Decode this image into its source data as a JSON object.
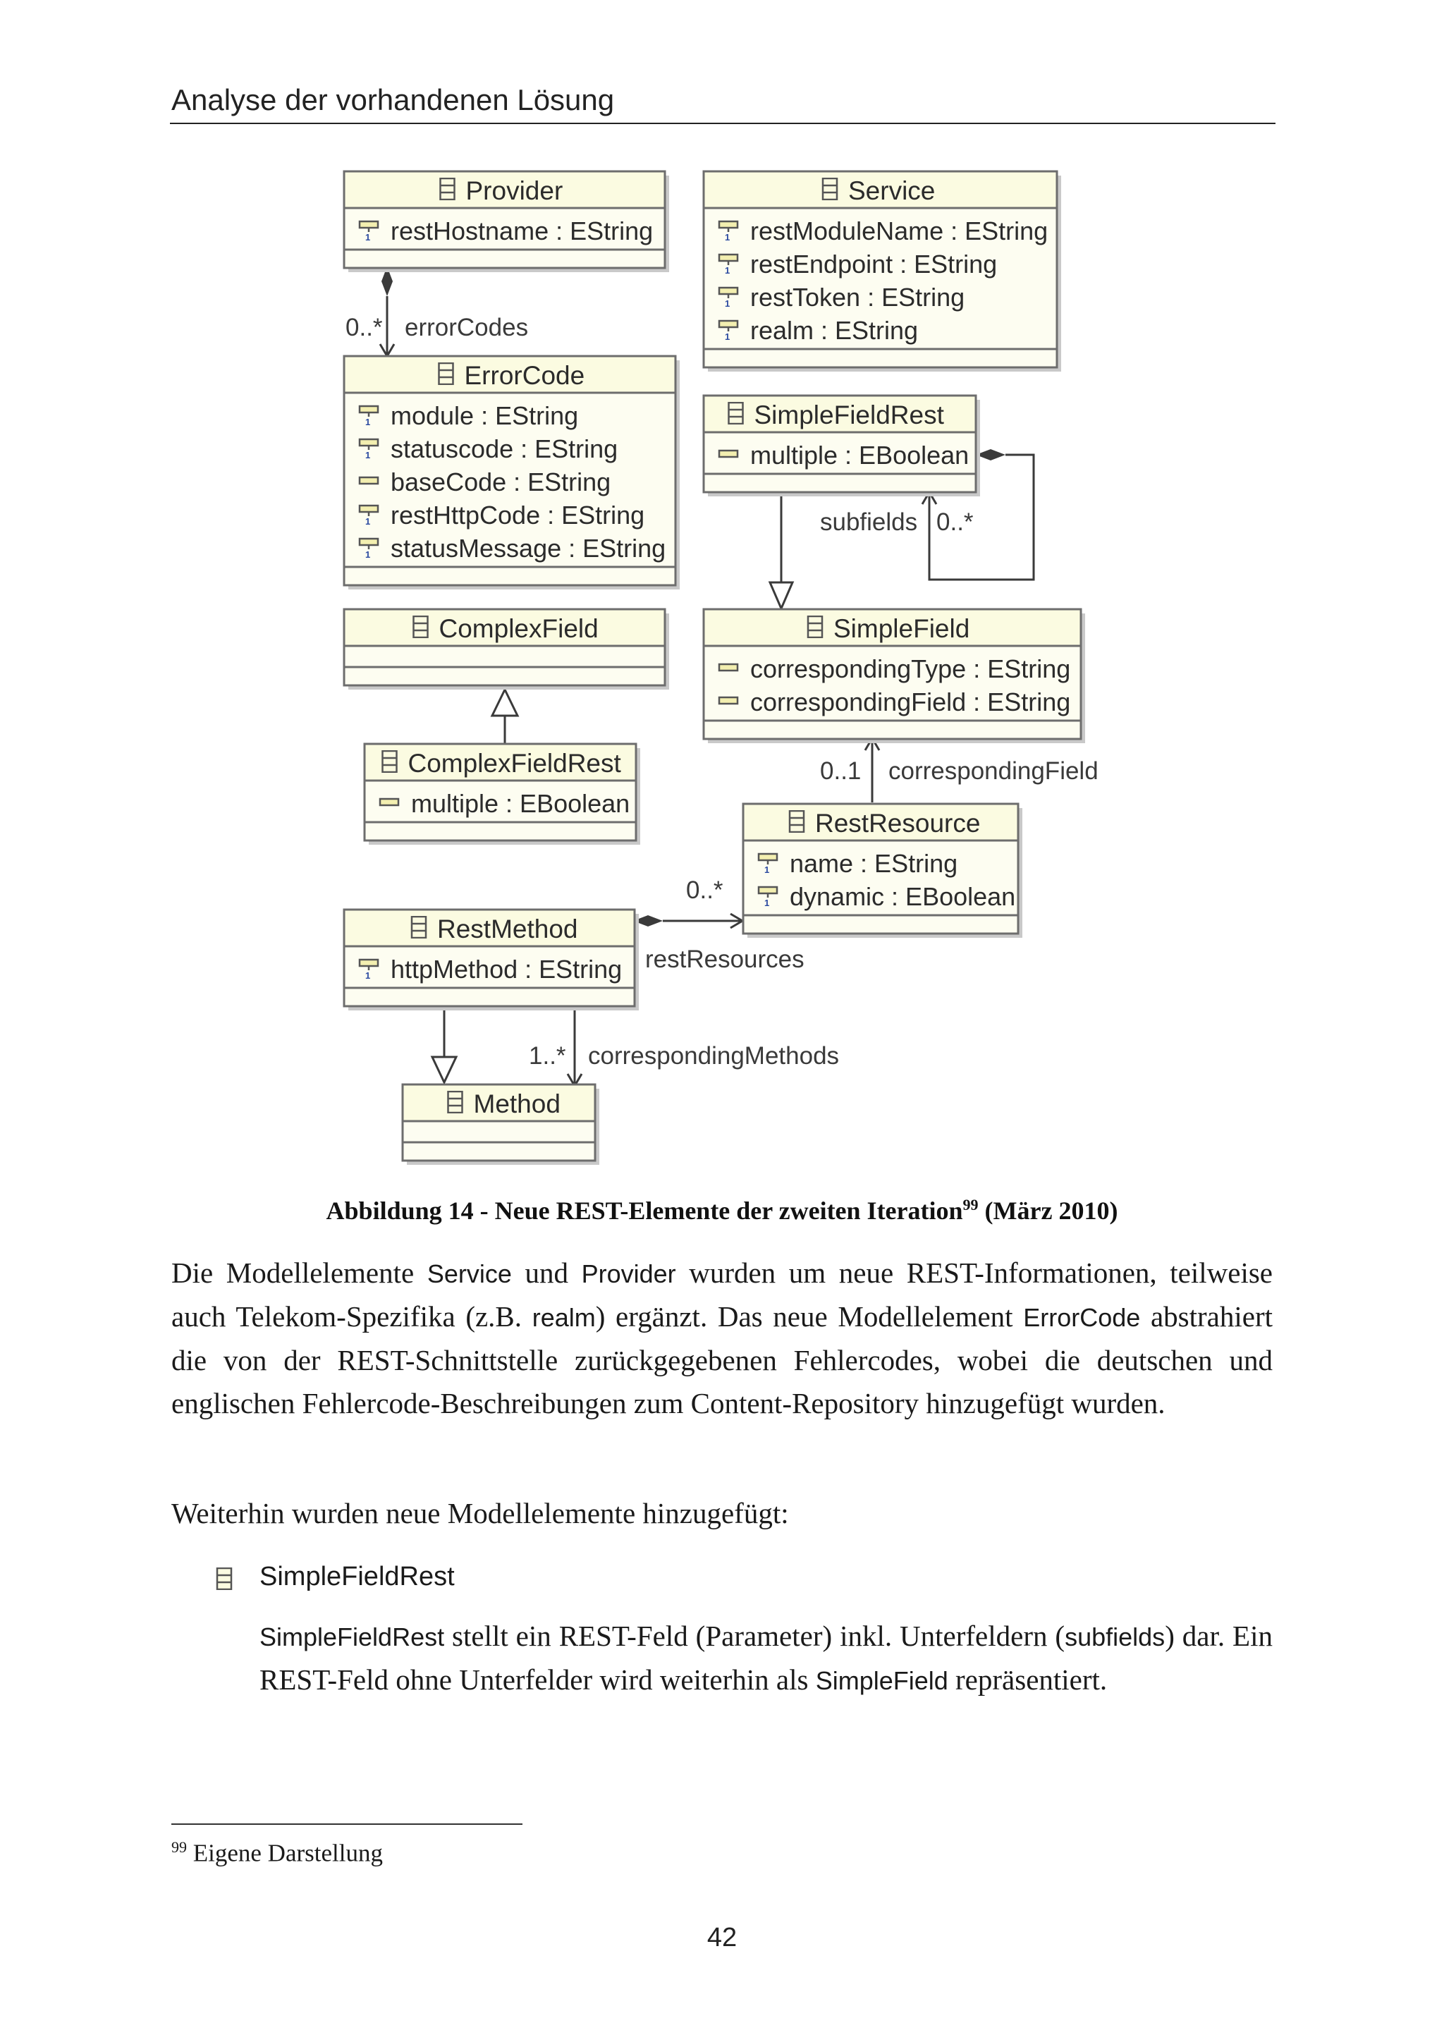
{
  "header": {
    "title": "Analyse der vorhandenen Lösung"
  },
  "diagram": {
    "classes": {
      "provider": {
        "name": "Provider",
        "attributes": [
          "restHostname : EString"
        ]
      },
      "service": {
        "name": "Service",
        "attributes": [
          "restModuleName : EString",
          "restEndpoint : EString",
          "restToken : EString",
          "realm : EString"
        ]
      },
      "errorcode": {
        "name": "ErrorCode",
        "attributes": [
          "module : EString",
          "statuscode : EString",
          "baseCode : EString",
          "restHttpCode : EString",
          "statusMessage : EString"
        ]
      },
      "simplefieldrest": {
        "name": "SimpleFieldRest",
        "attributes": [
          "multiple : EBoolean"
        ]
      },
      "complexfield": {
        "name": "ComplexField",
        "attributes": []
      },
      "simplefield": {
        "name": "SimpleField",
        "attributes": [
          "correspondingType : EString",
          "correspondingField : EString"
        ]
      },
      "complexfieldrest": {
        "name": "ComplexFieldRest",
        "attributes": [
          "multiple : EBoolean"
        ]
      },
      "restresource": {
        "name": "RestResource",
        "attributes": [
          "name : EString",
          "dynamic : EBoolean"
        ]
      },
      "restmethod": {
        "name": "RestMethod",
        "attributes": [
          "httpMethod : EString"
        ]
      },
      "method": {
        "name": "Method",
        "attributes": []
      }
    },
    "edge_labels": {
      "errorcodes_mult": "0..*",
      "errorcodes_role": "errorCodes",
      "subfields_role": "subfields",
      "subfields_mult": "0..*",
      "correspondingfield_mult": "0..1",
      "correspondingfield_role": "correspondingField",
      "restresources_mult": "0..*",
      "restresources_role": "restResources",
      "correspondingmethods_mult": "1..*",
      "correspondingmethods_role": "correspondingMethods"
    }
  },
  "caption": {
    "text": "Abbildung 14 - Neue REST-Elemente der zweiten Iteration",
    "footnote_ref": "99",
    "date": "(März 2010)"
  },
  "paragraph1": {
    "t1": "Die Modellelemente ",
    "c1": "Service",
    "t2": " und ",
    "c2": "Provider",
    "t3": " wurden um neue REST-Informationen, teilweise auch Telekom-Spezifika (z.B. ",
    "c3": "realm",
    "t4": ") ergänzt. Das neue Modellelement ",
    "c4": "ErrorCode",
    "t5": " abstrahiert die von der REST-Schnittstelle zurückgegebenen Fehlercodes, wobei die deutschen und englischen Fehlercode-Beschreibungen zum Content-Repository hinzugefügt wurden."
  },
  "paragraph2": {
    "text": "Weiterhin wurden neue Modellelemente hinzugefügt:"
  },
  "bullet": {
    "label": "SimpleFieldRest",
    "desc": {
      "c1": "SimpleFieldRest",
      "t1": " stellt ein REST-Feld (Parameter) inkl. Unterfeldern (",
      "c2": "subfields",
      "t2": ") dar. Ein REST-Feld ohne Unterfelder wird weiterhin als ",
      "c3": "SimpleField",
      "t3": " repräsentiert."
    }
  },
  "footnote": {
    "number": "99",
    "text": " Eigene Darstellung"
  },
  "page_number": "42"
}
